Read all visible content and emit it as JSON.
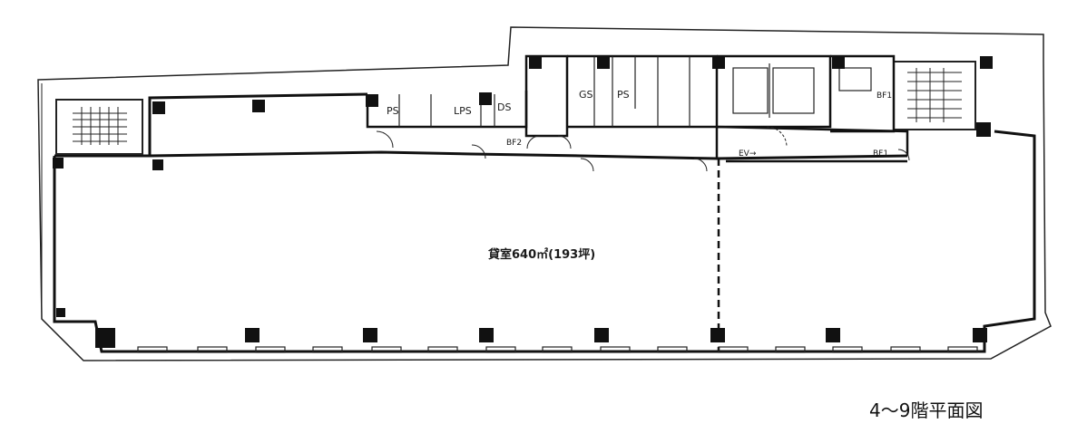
{
  "plan": {
    "title": "4～9階平面図",
    "area_label": "貸室640㎡(193坪)",
    "rooms": {
      "ps": "PS",
      "lps": "LPS",
      "ds": "DS",
      "gs": "GS",
      "ps2": "PS",
      "ev_hall": "EV→",
      "bf1": "BF1",
      "bf1b": "BF1",
      "bf2": "BF2"
    }
  }
}
